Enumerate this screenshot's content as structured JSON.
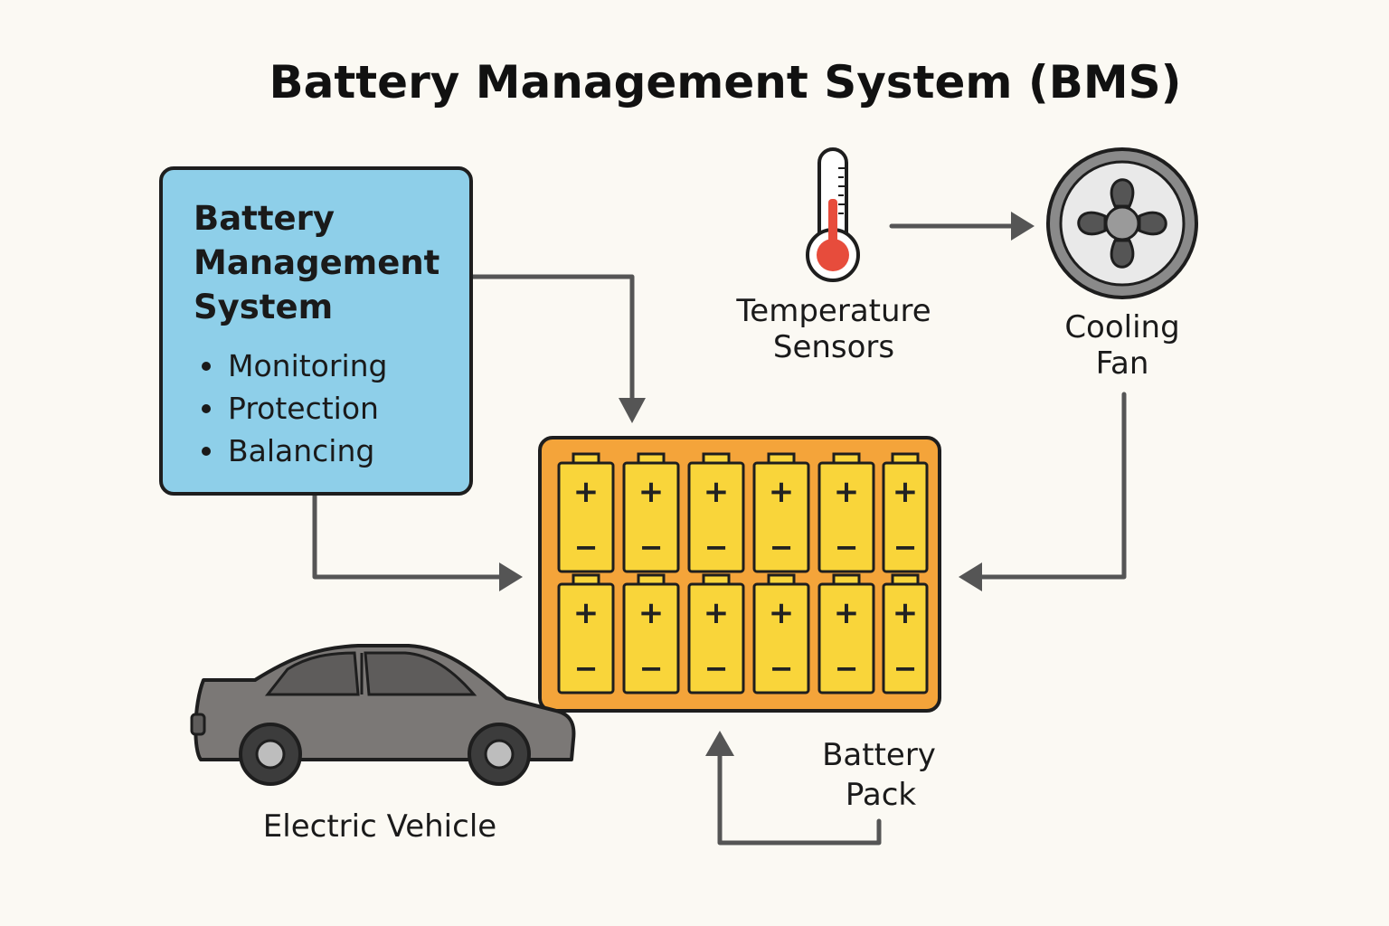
{
  "title": "Battery Management System (BMS)",
  "bms_box": {
    "title_lines": [
      "Battery",
      "Management",
      "System"
    ],
    "functions": [
      "Monitoring",
      "Protection",
      "Balancing"
    ]
  },
  "temperature_sensors": {
    "label_lines": [
      "Temperature",
      "Sensors"
    ]
  },
  "cooling_fan": {
    "label_lines": [
      "Cooling",
      "Fan"
    ]
  },
  "battery_pack": {
    "label_lines": [
      "Battery",
      "Pack"
    ],
    "positive_symbol": "+",
    "negative_symbol": "−"
  },
  "electric_vehicle": {
    "label": "Electric Vehicle"
  },
  "colors": {
    "background": "#fbf9f3",
    "bms_box_fill": "#8ecfe9",
    "pack_fill": "#f4a43a",
    "cell_fill": "#f9d53a",
    "thermometer_bulb": "#e74c3c",
    "fan_ring": "#8a8a8a",
    "car_body": "#7b7876",
    "arrow": "#555555"
  },
  "icons": [
    "thermometer-icon",
    "fan-icon",
    "battery-cell-icon",
    "car-icon",
    "arrow-icon"
  ]
}
